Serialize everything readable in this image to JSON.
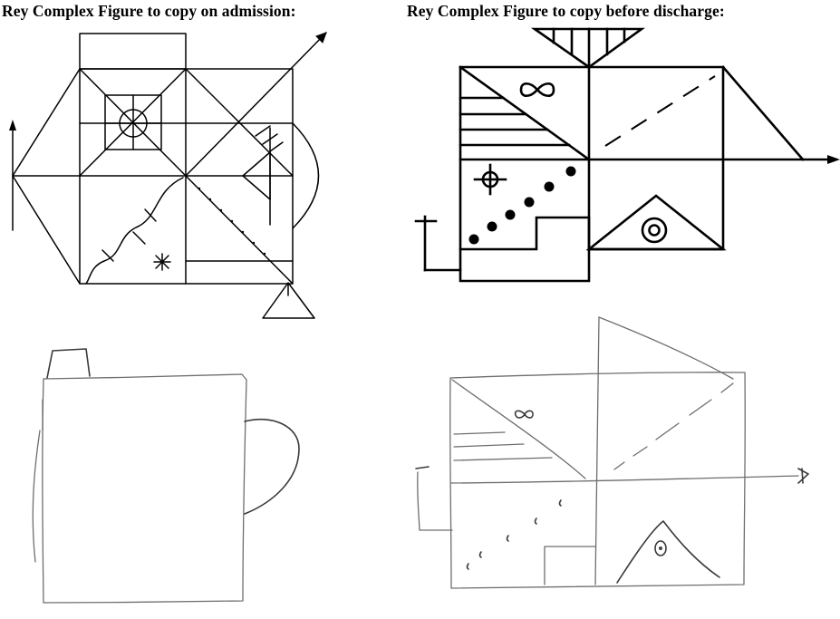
{
  "captions": {
    "left": "Rey Complex Figure to copy on admission:",
    "right": "Rey Complex Figure to copy before discharge:"
  },
  "colors": {
    "ink": "#000000",
    "pencil": "#6e6e6e",
    "background": "#ffffff"
  },
  "panels": [
    {
      "id": "admission-model",
      "kind": "printed-figure"
    },
    {
      "id": "discharge-model",
      "kind": "printed-figure"
    },
    {
      "id": "admission-copy",
      "kind": "patient-drawing"
    },
    {
      "id": "discharge-copy",
      "kind": "patient-drawing"
    }
  ]
}
